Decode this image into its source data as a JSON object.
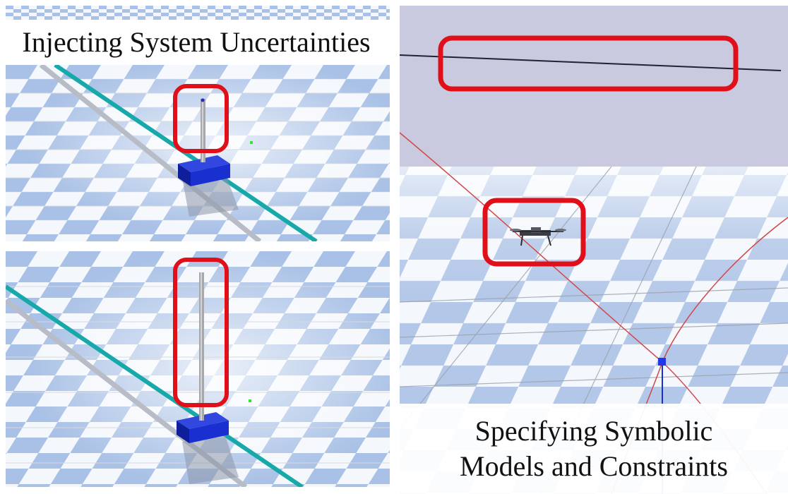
{
  "captions": {
    "left": "Injecting System Uncertainties",
    "right_line1": "Specifying Symbolic",
    "right_line2": "Models and Constraints"
  },
  "colors": {
    "floor_blue": "#a9c1e6",
    "floor_white": "#f4f7fc",
    "sky": "#c9cadf",
    "rail": "#17a9a9",
    "cart": "#1a2fcf",
    "highlight": "#e0101a",
    "constraint_line": "#d24848"
  },
  "scenes": {
    "cartpole_top": {
      "pole_length": "short"
    },
    "cartpole_bottom": {
      "pole_length": "long"
    },
    "quadrotor": {
      "highlights": [
        "constraint-boundary",
        "drone"
      ]
    }
  }
}
